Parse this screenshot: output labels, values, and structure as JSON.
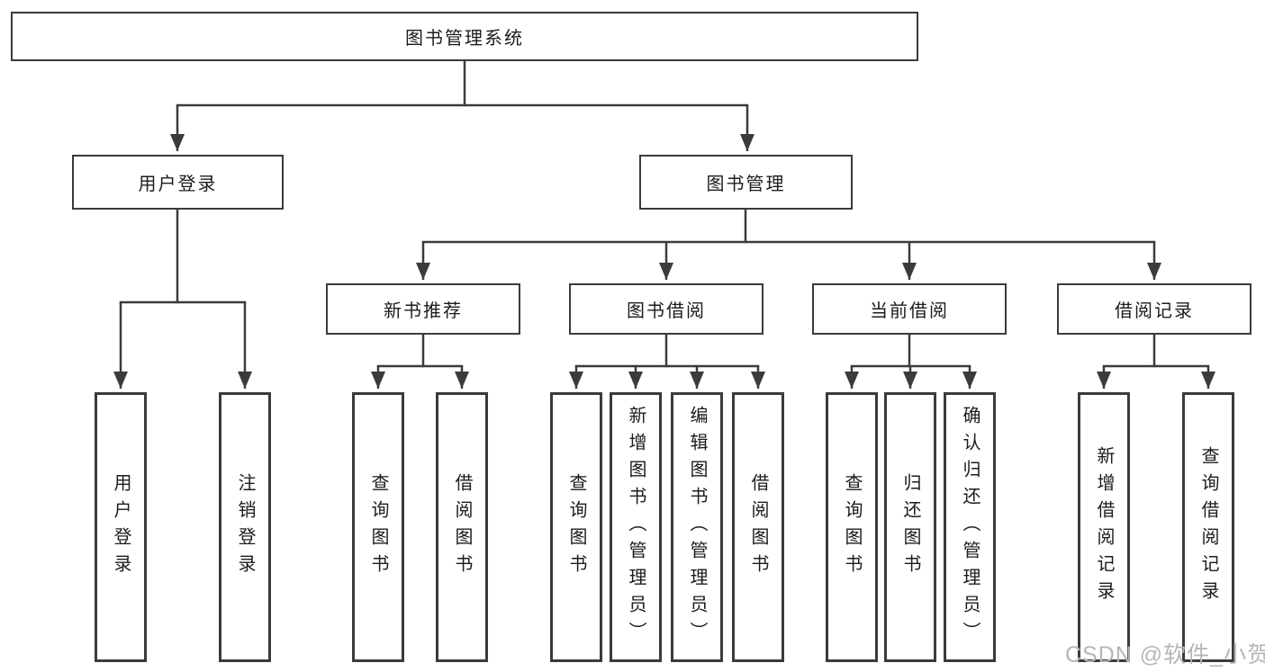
{
  "tree": {
    "root": {
      "label": "图书管理系统"
    },
    "user_login": {
      "label": "用户登录",
      "children": [
        {
          "label": "用户登录"
        },
        {
          "label": "注销登录"
        }
      ]
    },
    "book_management": {
      "label": "图书管理",
      "sections": [
        {
          "label": "新书推荐",
          "children": [
            {
              "label": "查询图书"
            },
            {
              "label": "借阅图书"
            }
          ]
        },
        {
          "label": "图书借阅",
          "children": [
            {
              "label": "查询图书"
            },
            {
              "label": "新增图书（管理员）"
            },
            {
              "label": "编辑图书（管理员）"
            },
            {
              "label": "借阅图书"
            }
          ]
        },
        {
          "label": "当前借阅",
          "children": [
            {
              "label": "查询图书"
            },
            {
              "label": "归还图书"
            },
            {
              "label": "确认归还（管理员）"
            }
          ]
        },
        {
          "label": "借阅记录",
          "children": [
            {
              "label": "新增借阅记录"
            },
            {
              "label": "查询借阅记录"
            }
          ]
        }
      ]
    }
  },
  "watermark": {
    "text": "CSDN @软件_小贺同学"
  },
  "colors": {
    "line": "#3b3b3b",
    "text": "#1c1c1c",
    "watermark": "#b4b7ba",
    "background": "#ffffff"
  }
}
